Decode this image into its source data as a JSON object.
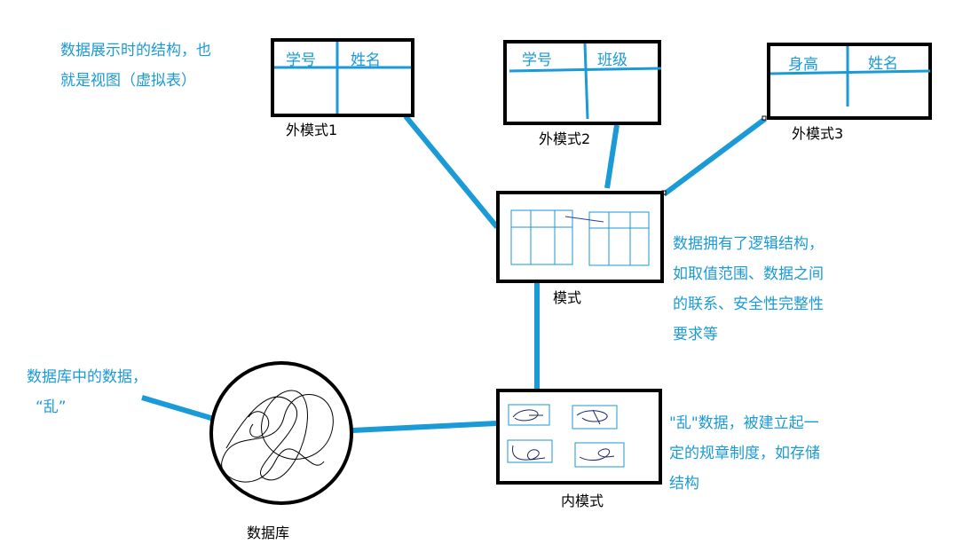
{
  "notes": {
    "view_desc": [
      "数据展示时的结构，也",
      "就是视图（虚拟表）"
    ],
    "schema_desc": [
      "数据拥有了逻辑结构，",
      "如取值范围、数据之间",
      "的联系、安全性完整性",
      "要求等"
    ],
    "db_desc": [
      "数据库中的数据，",
      "“乱”"
    ],
    "internal_desc": [
      "\"乱\"数据，被建立起一",
      "定的规章制度，如存储",
      "结构"
    ]
  },
  "external_schemas": [
    {
      "caption": "外模式1",
      "col1": "学号",
      "col2": "姓名"
    },
    {
      "caption": "外模式2",
      "col1": "学号",
      "col2": "班级"
    },
    {
      "caption": "外模式3",
      "col1": "身高",
      "col2": "姓名"
    }
  ],
  "schema_caption": "模式",
  "internal_caption": "内模式",
  "database_caption": "数据库",
  "colors": {
    "accent": "#1a9ad6",
    "box": "#000000",
    "scribble_blue": "#2c3e99"
  }
}
